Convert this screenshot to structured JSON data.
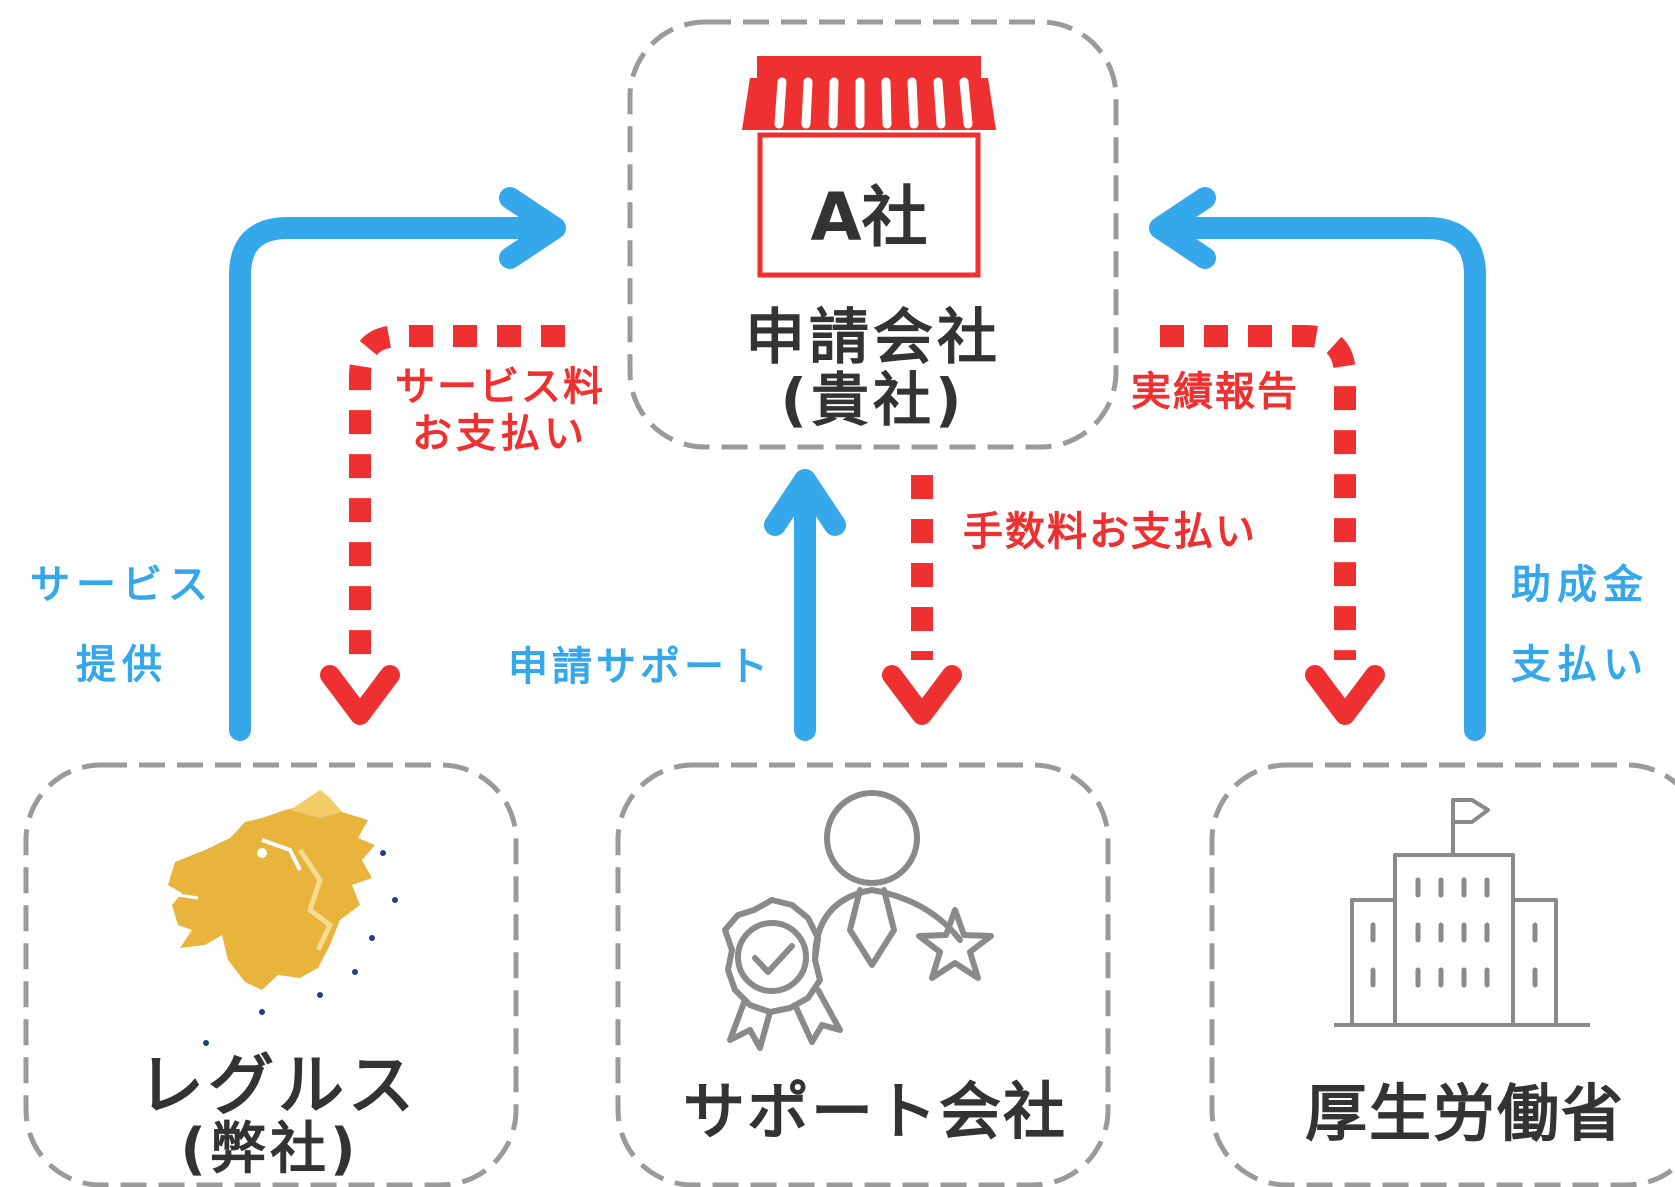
{
  "nodes": {
    "applicant": {
      "shop_label": "A社",
      "title_line1": "申請会社",
      "title_line2": "(貴社)"
    },
    "regulus": {
      "title_line1": "レグルス",
      "title_line2": "(弊社)"
    },
    "support": {
      "title": "サポート会社"
    },
    "ministry": {
      "title": "厚生労働省"
    }
  },
  "edges": {
    "service_provision": {
      "line1": "サービス",
      "line2": "提供"
    },
    "service_fee": {
      "line1": "サービス料",
      "line2": "お支払い"
    },
    "application_support": {
      "label": "申請サポート"
    },
    "commission_payment": {
      "label": "手数料お支払い"
    },
    "performance_report": {
      "label": "実績報告"
    },
    "subsidy_payment": {
      "line1": "助成金",
      "line2": "支払い"
    }
  },
  "colors": {
    "blue_arrow": "#35a8ec",
    "red_arrow": "#ee3030",
    "box_border": "#9a9a9a",
    "text_dark": "#333333",
    "lion_gold": "#e9b43c",
    "icon_gray": "#8a8a8a"
  },
  "icons": {
    "applicant": "storefront-icon",
    "regulus": "lion-logo",
    "support": "consultant-award-icon",
    "ministry": "government-building-icon"
  }
}
